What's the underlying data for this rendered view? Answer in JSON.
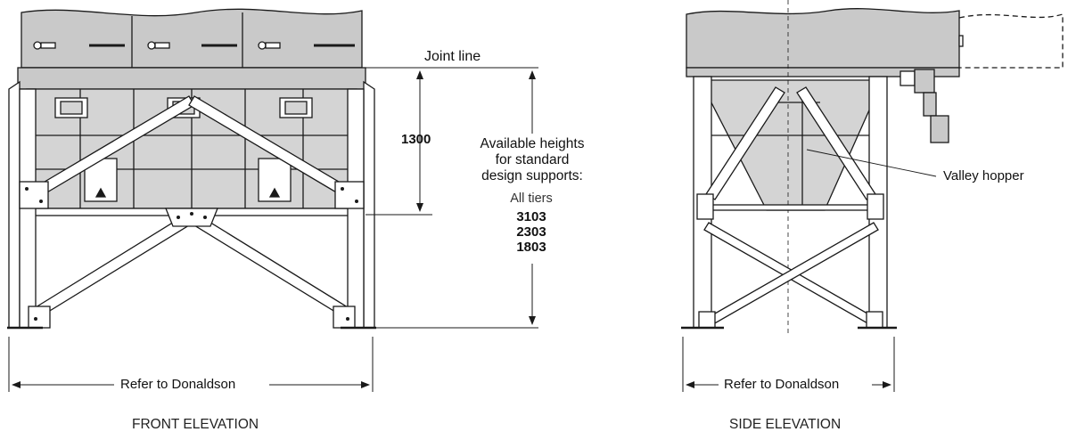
{
  "labels": {
    "joint_line": "Joint line",
    "dim_1300": "1300",
    "available_heights": [
      "Available heights",
      "for standard",
      "design supports:"
    ],
    "all_tiers": "All tiers",
    "heights": [
      "3103",
      "2303",
      "1803"
    ],
    "refer_front": "Refer to Donaldson",
    "refer_side": "Refer to Donaldson",
    "valley_hopper": "Valley hopper",
    "front_elevation": "FRONT ELEVATION",
    "side_elevation": "SIDE ELEVATION"
  },
  "colors": {
    "housing_fill": "#c9c9c9",
    "hopper_fill": "#d4d4d4",
    "steel_fill": "#ffffff",
    "line": "#1a1a1a"
  }
}
